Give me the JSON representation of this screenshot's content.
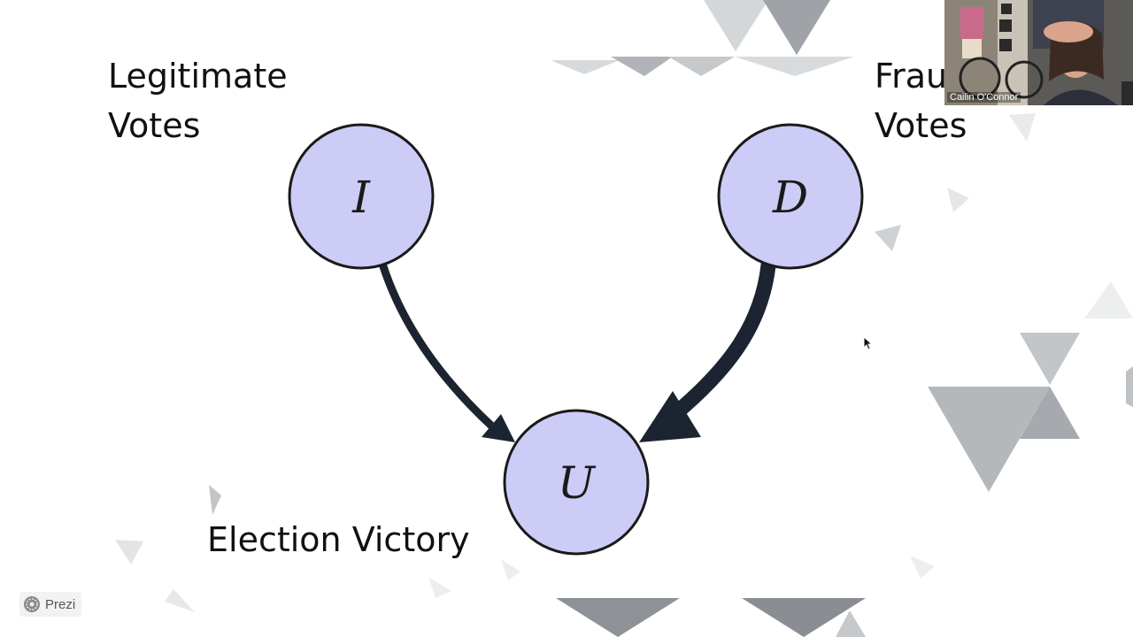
{
  "slide": {
    "label_left_line1": "Legitimate",
    "label_left_line2": "Votes",
    "label_right_line1": "Frau",
    "label_right_line2": "Votes",
    "label_bottom": "Election Victory",
    "nodes": {
      "left": "I",
      "right": "D",
      "bottom": "U"
    },
    "node_fill": "#ccccf7",
    "node_stroke": "#1a1a1a",
    "arrow_color": "#1b2430"
  },
  "webcam": {
    "name": "Cailin O'Connor"
  },
  "app": {
    "badge_label": "Prezi",
    "badge_icon": "prezi-logo-icon"
  },
  "pointer": {
    "icon": "mouse-cursor-icon"
  }
}
